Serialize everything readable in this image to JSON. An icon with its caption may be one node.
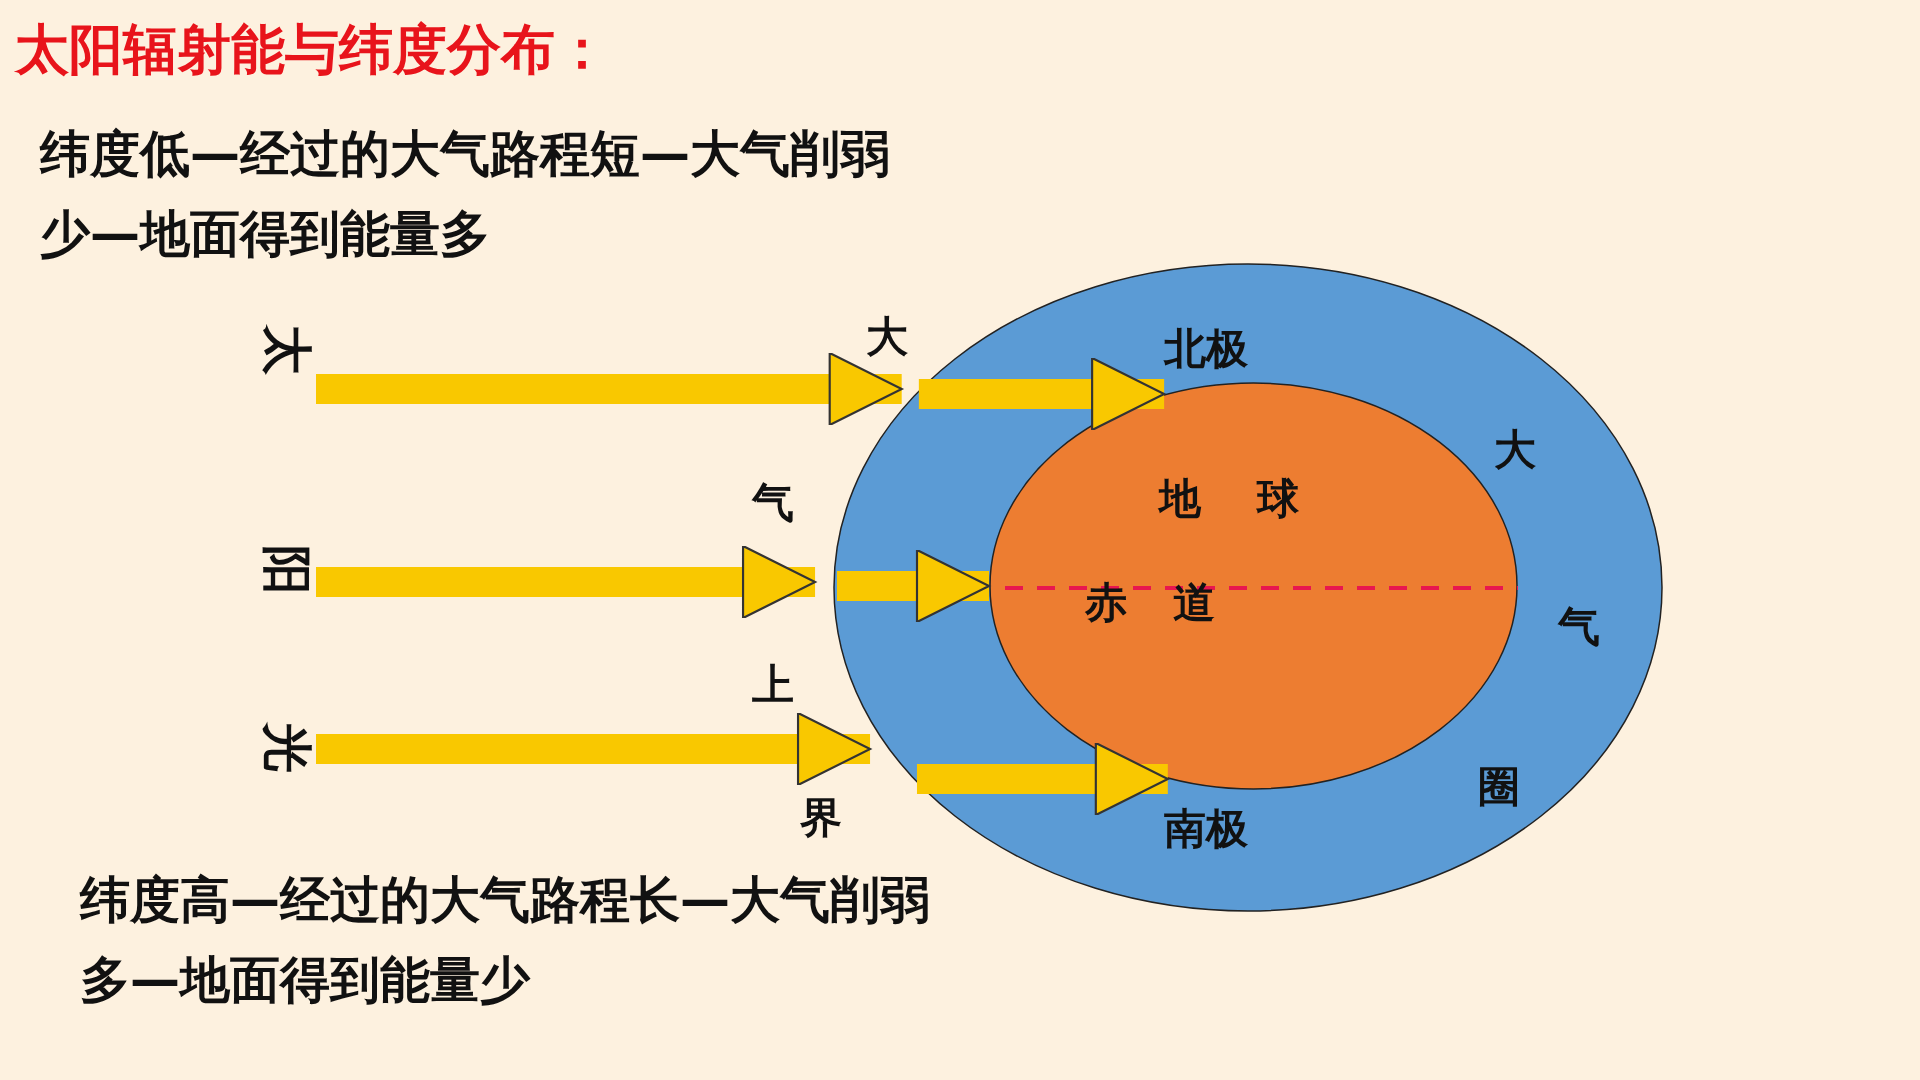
{
  "diagram": {
    "title": "太阳辐射能与纬度分布：",
    "nodes": [
      {
        "text": [
          "太",
          "阳",
          "光"
        ]
      },
      {
        "text": [
          "大",
          "气",
          "圈"
        ]
      },
      {
        "text": [
          "地球"
        ],
        "in": 1
      }
    ],
    "edges": [
      {
        "from": 0,
        "to": 1,
        "arrow": "to"
      },
      {
        "from": 0,
        "to": 1,
        "arrow": "to"
      },
      {
        "from": 0,
        "to": 1,
        "arrow": "to"
      },
      {
        "from": 1,
        "to": 2,
        "arrow": "to"
      },
      {
        "from": 1,
        "to": 2,
        "arrow": "to"
      },
      {
        "from": 1,
        "to": 2,
        "arrow": "to"
      }
    ],
    "labels": [
      "纬度低—经过的大气路程短—大气削弱少—地面得到能量多",
      "大",
      "气",
      "上",
      "界",
      "北极",
      "赤道",
      "南极",
      "纬度高—经过的大气路程长—大气削弱多—地面得到能量少"
    ]
  }
}
